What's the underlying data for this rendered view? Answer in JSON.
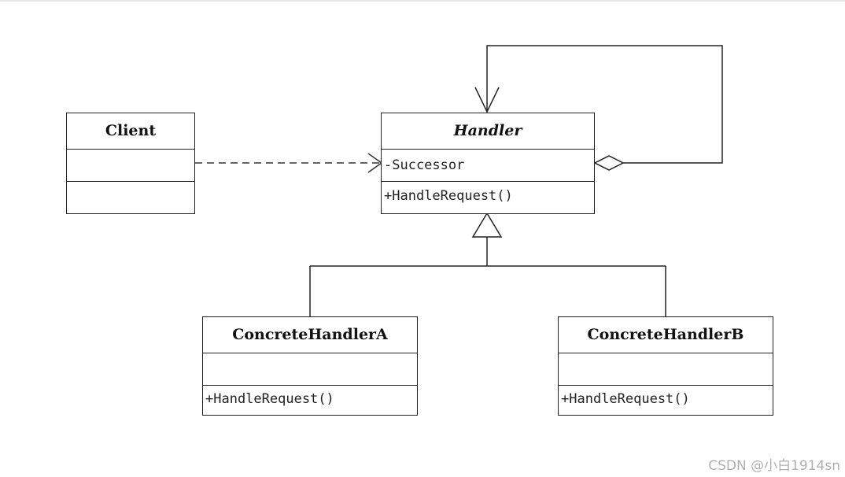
{
  "classes": {
    "client": {
      "name": "Client",
      "attributes": "",
      "operations": ""
    },
    "handler": {
      "name": "Handler",
      "attributes": "-Successor",
      "operations": "+HandleRequest()"
    },
    "concrete_a": {
      "name": "ConcreteHandlerA",
      "attributes": "",
      "operations": "+HandleRequest()"
    },
    "concrete_b": {
      "name": "ConcreteHandlerB",
      "attributes": "",
      "operations": "+HandleRequest()"
    }
  },
  "relations": [
    {
      "type": "dependency",
      "from": "Client",
      "to": "Handler"
    },
    {
      "type": "aggregation",
      "from": "Handler",
      "to": "Handler"
    },
    {
      "type": "generalization",
      "from": "ConcreteHandlerA",
      "to": "Handler"
    },
    {
      "type": "generalization",
      "from": "ConcreteHandlerB",
      "to": "Handler"
    }
  ],
  "watermark": "CSDN @小白1914sn"
}
